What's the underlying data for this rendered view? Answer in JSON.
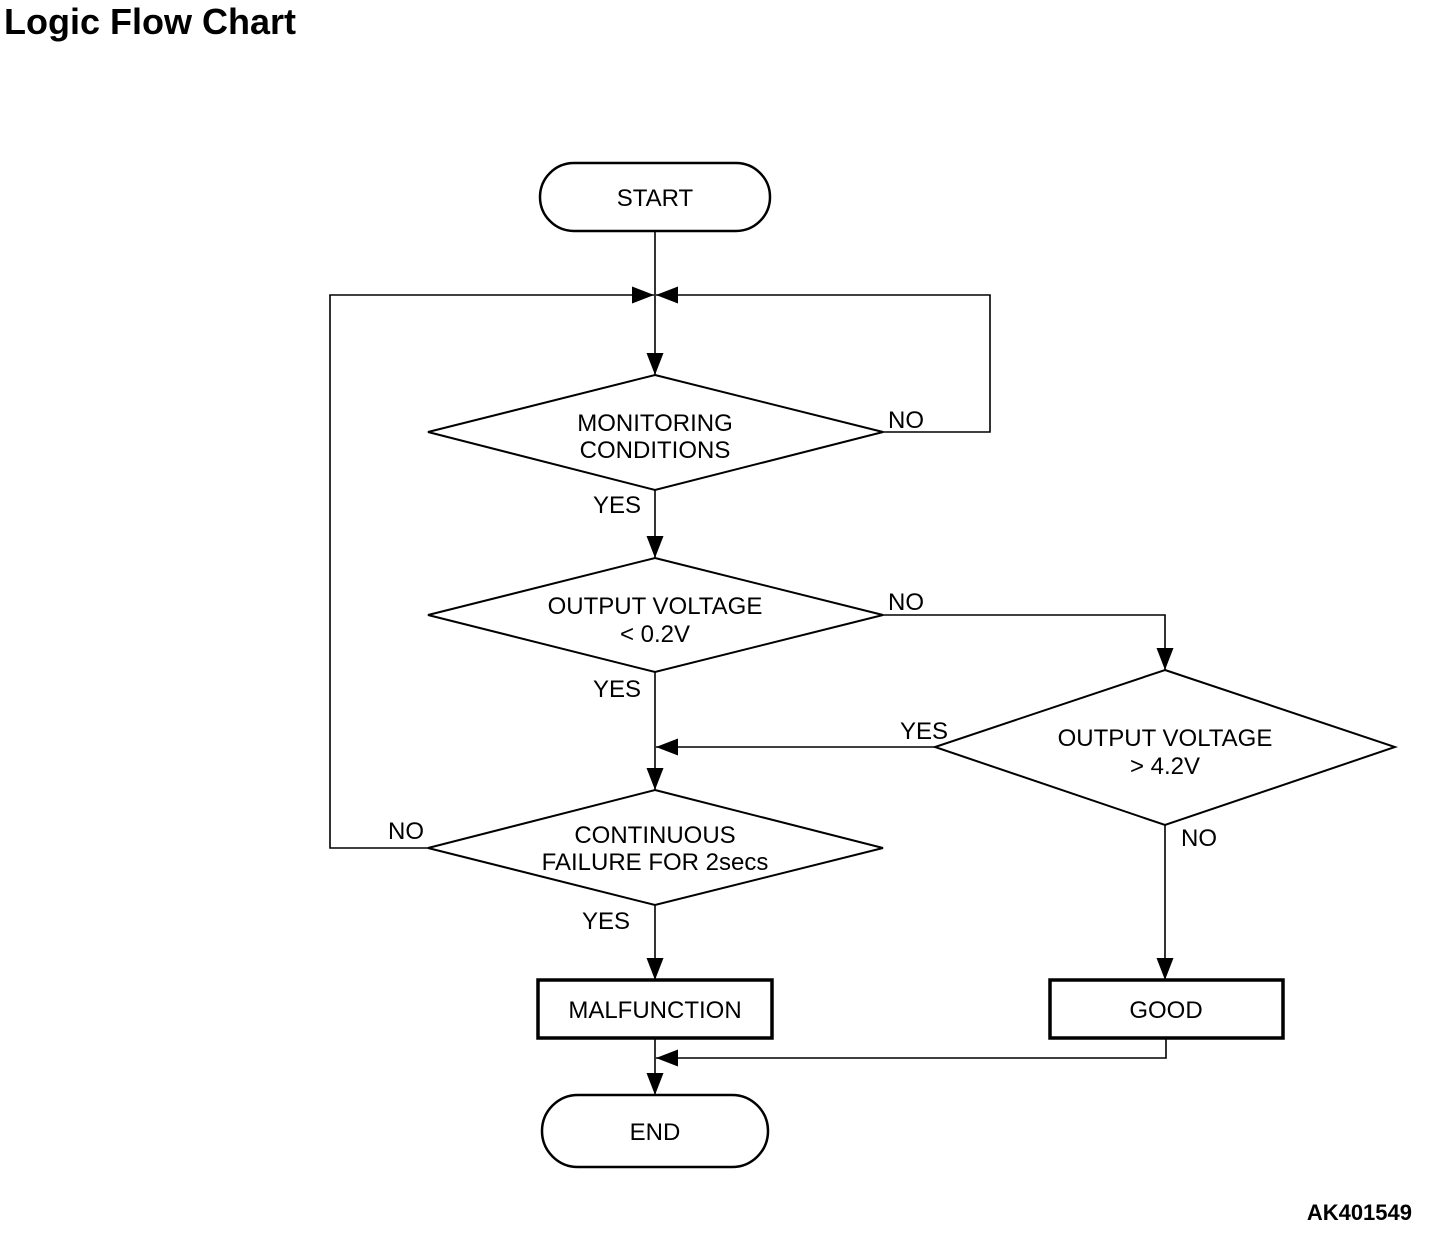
{
  "page": {
    "title": "Logic Flow Chart",
    "figure_code": "AK401549"
  },
  "flowchart": {
    "colors": {
      "line": "#000000",
      "text": "#000000",
      "background": "#ffffff"
    },
    "nodes": {
      "start": {
        "type": "terminator",
        "label": "START"
      },
      "monitoring_conditions": {
        "type": "decision",
        "line1": "MONITORING",
        "line2": "CONDITIONS"
      },
      "output_voltage_low": {
        "type": "decision",
        "line1": "OUTPUT VOLTAGE",
        "line2": "< 0.2V"
      },
      "output_voltage_high": {
        "type": "decision",
        "line1": "OUTPUT VOLTAGE",
        "line2": "> 4.2V"
      },
      "continuous_failure": {
        "type": "decision",
        "line1": "CONTINUOUS",
        "line2": "FAILURE FOR 2secs"
      },
      "malfunction": {
        "type": "process",
        "label": "MALFUNCTION"
      },
      "good": {
        "type": "process",
        "label": "GOOD"
      },
      "end": {
        "type": "terminator",
        "label": "END"
      }
    },
    "labels": {
      "monitoring_no": "NO",
      "monitoring_yes": "YES",
      "low_no": "NO",
      "low_yes": "YES",
      "high_yes": "YES",
      "high_no": "NO",
      "failure_no": "NO",
      "failure_yes": "YES"
    },
    "edges": [
      {
        "from": "start",
        "to": "main_junction",
        "label": ""
      },
      {
        "from": "monitoring_conditions",
        "to": "output_voltage_low",
        "label": "YES"
      },
      {
        "from": "monitoring_conditions",
        "to": "main_junction",
        "label": "NO"
      },
      {
        "from": "output_voltage_low",
        "to": "continuous_failure",
        "label": "YES"
      },
      {
        "from": "output_voltage_low",
        "to": "output_voltage_high",
        "label": "NO"
      },
      {
        "from": "output_voltage_high",
        "to": "continuous_failure",
        "label": "YES"
      },
      {
        "from": "output_voltage_high",
        "to": "good",
        "label": "NO"
      },
      {
        "from": "continuous_failure",
        "to": "malfunction",
        "label": "YES"
      },
      {
        "from": "continuous_failure",
        "to": "main_junction",
        "label": "NO"
      },
      {
        "from": "malfunction",
        "to": "end",
        "label": ""
      },
      {
        "from": "good",
        "to": "end",
        "label": ""
      }
    ]
  }
}
